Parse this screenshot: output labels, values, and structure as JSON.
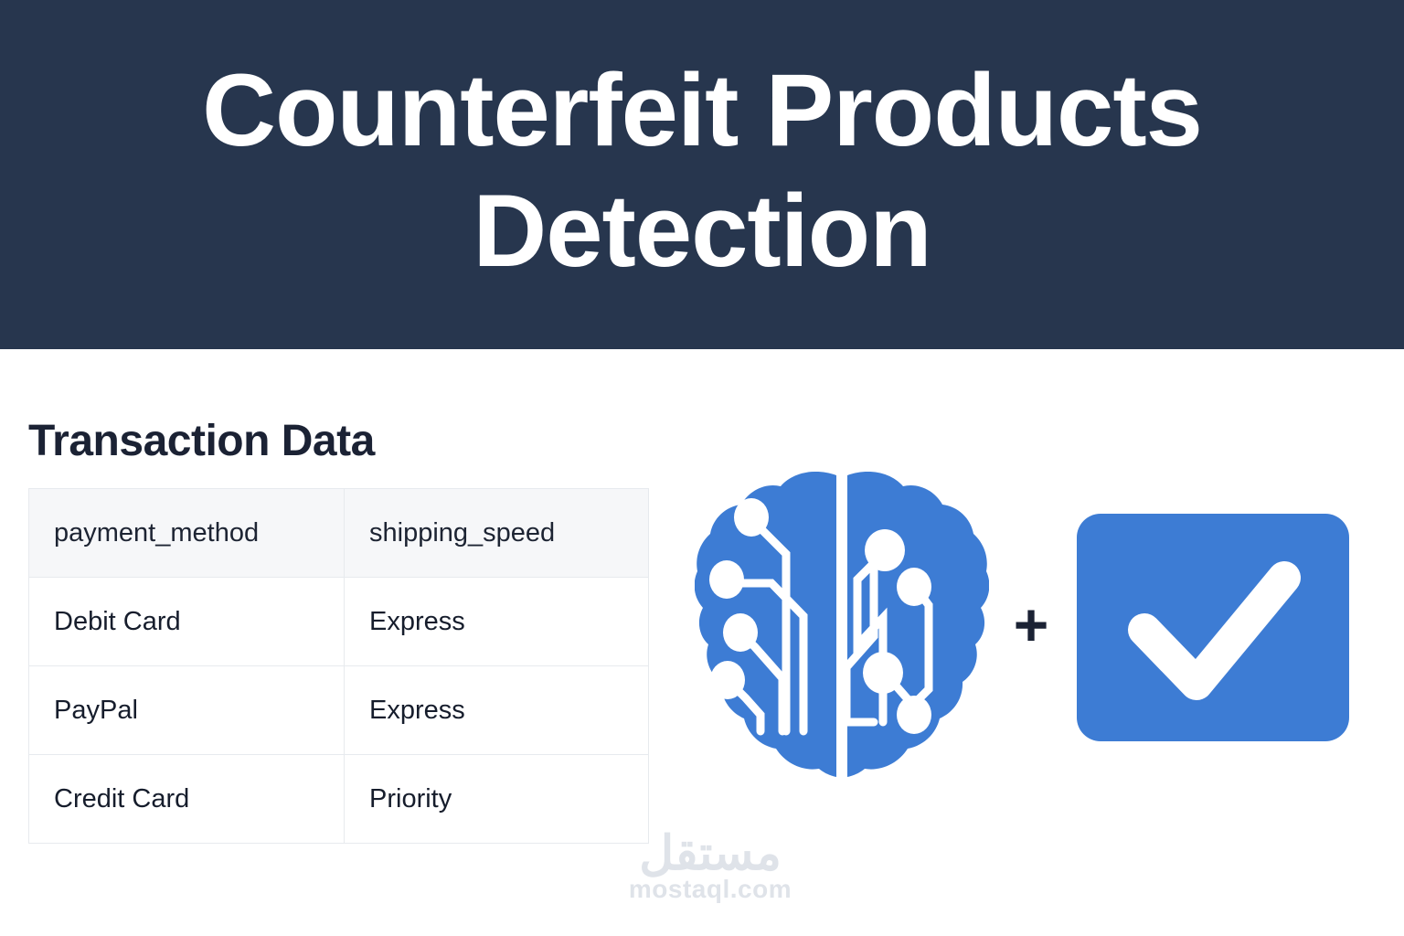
{
  "header": {
    "title_line_1": "Counterfeit Products",
    "title_line_2": "Detection",
    "background_color": "#27364e",
    "text_color": "#ffffff"
  },
  "main": {
    "section_heading": "Transaction Data",
    "table": {
      "columns": [
        "payment_method",
        "shipping_speed"
      ],
      "rows": [
        {
          "payment_method": "Debit Card",
          "shipping_speed": "Express"
        },
        {
          "payment_method": "PayPal",
          "shipping_speed": "Express"
        },
        {
          "payment_method": "Credit Card",
          "shipping_speed": "Priority"
        }
      ],
      "header_background": "#f6f7f9",
      "border_color": "#e7eaee"
    }
  },
  "icons": {
    "brain": {
      "name": "ai-brain-circuit-icon",
      "color": "#3d7cd4",
      "accent_color": "#ffffff"
    },
    "operator": {
      "name": "plus-icon",
      "symbol": "+",
      "color": "#1b2234"
    },
    "checkmark": {
      "name": "checkmark-box-icon",
      "background_color": "#3d7cd4",
      "mark_color": "#ffffff"
    }
  },
  "watermark": {
    "arabic": "مستقل",
    "url": "mostaql.com",
    "color": "#dfe3e9"
  }
}
